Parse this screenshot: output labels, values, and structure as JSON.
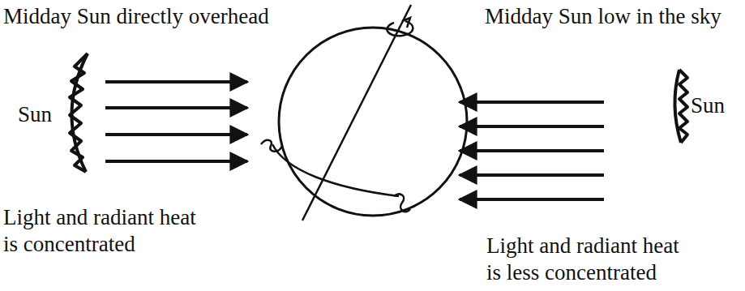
{
  "diagram": {
    "labels": [
      "Midday Sun directly overhead",
      "Midday Sun low in the sky",
      "Sun",
      "Sun",
      "Light and radiant heat is concentrated",
      "Light and radiant heat is less concentrated"
    ]
  }
}
